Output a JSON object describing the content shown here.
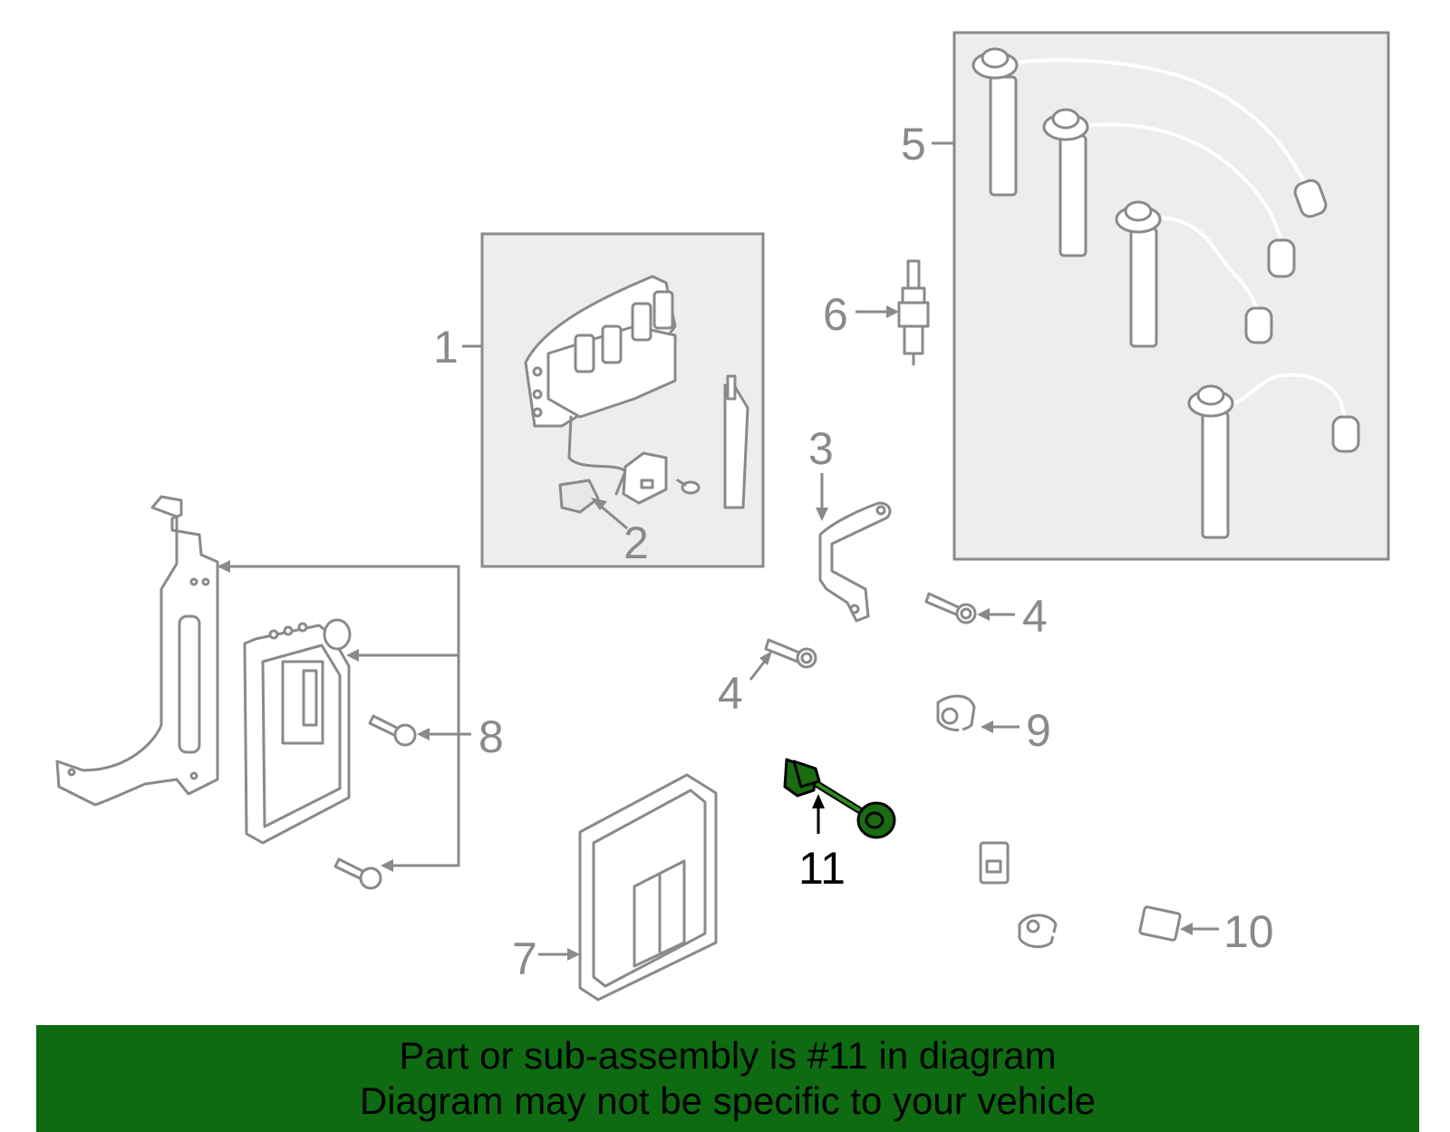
{
  "callouts": {
    "c1": "1",
    "c2": "2",
    "c3": "3",
    "c4a": "4",
    "c4b": "4",
    "c5": "5",
    "c6": "6",
    "c7": "7",
    "c8": "8",
    "c9": "9",
    "c10": "10",
    "c11": "11"
  },
  "highlight_part": "11",
  "colors": {
    "highlight": "#1a6b12",
    "banner": "#0e6b12",
    "line": "#8a8a8a",
    "box": "#ededed"
  },
  "banner": {
    "line1": "Part or sub-assembly is #11 in diagram",
    "line2": "Diagram may not be specific to your vehicle"
  }
}
